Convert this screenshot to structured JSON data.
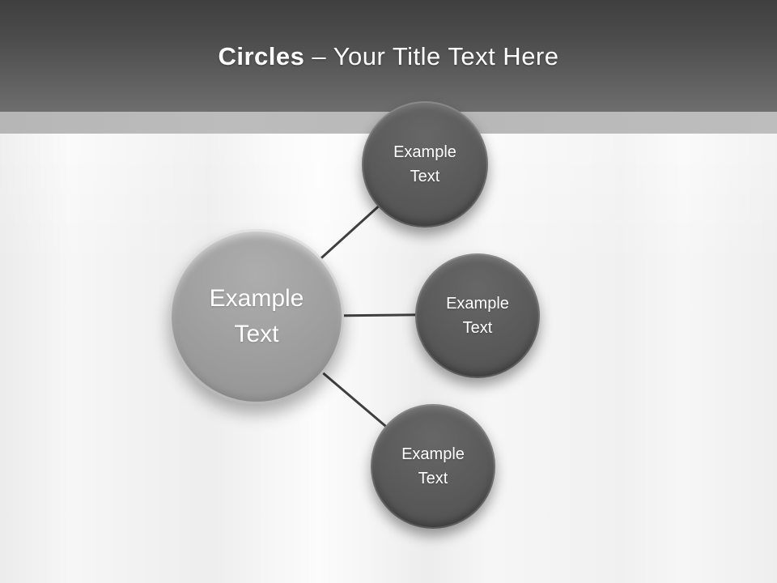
{
  "header": {
    "title_bold": "Circles",
    "title_rest": "– Your Title Text Here"
  },
  "diagram": {
    "center": {
      "line1": "Example",
      "line2": "Text"
    },
    "satellites": [
      {
        "position": "top",
        "line1": "Example",
        "line2": "Text"
      },
      {
        "position": "middle",
        "line1": "Example",
        "line2": "Text"
      },
      {
        "position": "bottom",
        "line1": "Example",
        "line2": "Text"
      }
    ],
    "connector_count": 3
  },
  "colors": {
    "header_gradient_top": "#3f3f3f",
    "header_gradient_bottom": "#6e6e6e",
    "accent_strip": "#bababa",
    "body_background": "#f6f6f6",
    "center_circle_fill": "#9c9c9c",
    "satellite_circle_fill": "#575757",
    "connector_line": "#3f3f3f",
    "title_text": "#ffffff",
    "circle_label_text": "#ffffff"
  }
}
